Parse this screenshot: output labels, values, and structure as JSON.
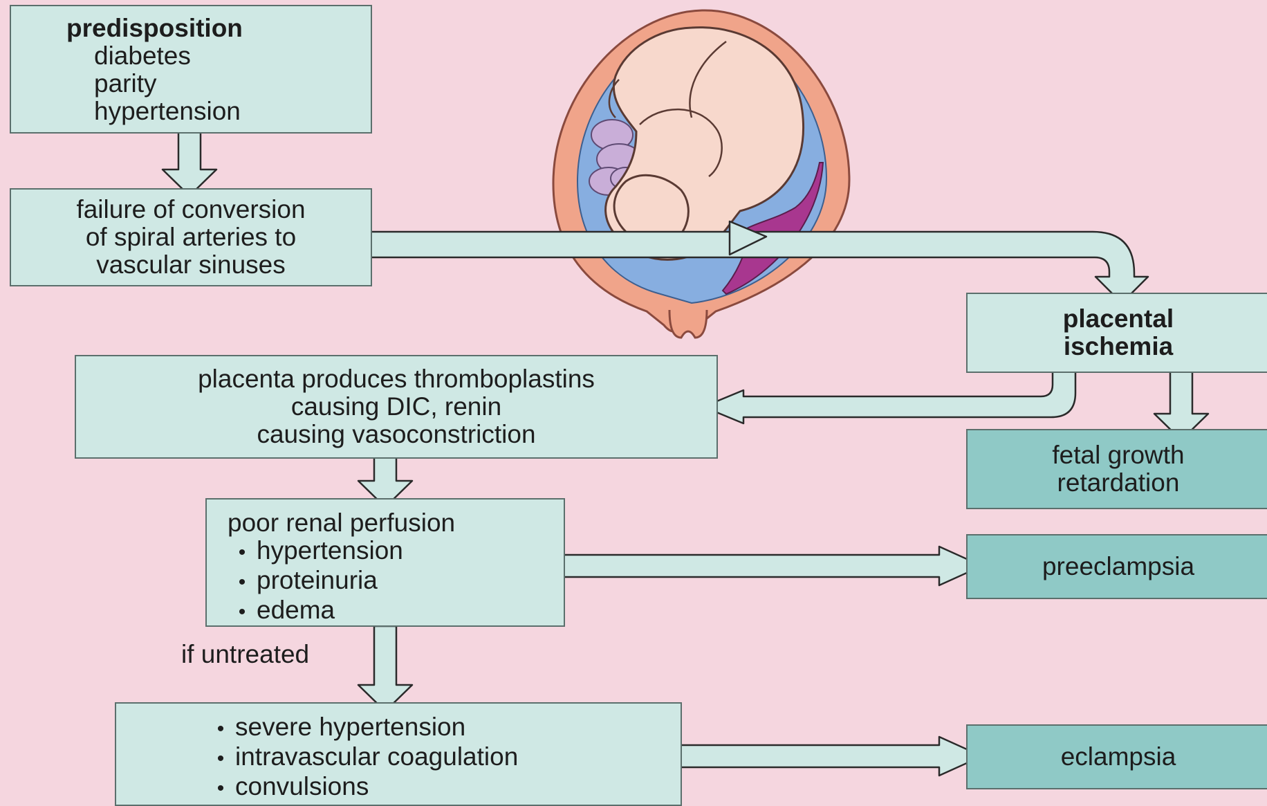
{
  "colors": {
    "background": "#f5d6df",
    "box_fill": "#cfe8e4",
    "box_fill_dark": "#8fc9c6",
    "arrow_fill": "#cfe8e4",
    "uterus_wall": "#f0a48a",
    "amniotic_fluid": "#87aee0",
    "placenta": "#a8378f",
    "fetus_skin": "#f7d8cc",
    "umbilical_cord": "#c9aed8"
  },
  "illustration": "fetus-in-uterus",
  "boxes": {
    "predisposition": {
      "title": "predisposition",
      "items": [
        "diabetes",
        "parity",
        "hypertension"
      ]
    },
    "failure": {
      "lines": [
        "failure of conversion",
        "of spiral arteries to",
        "vascular sinuses"
      ]
    },
    "placental_ischemia": {
      "lines": [
        "placental",
        "ischemia"
      ]
    },
    "placenta_produces": {
      "lines": [
        "placenta produces thromboplastins",
        "causing DIC, renin",
        "causing vasoconstriction"
      ]
    },
    "fetal_growth": {
      "lines": [
        "fetal growth",
        "retardation"
      ]
    },
    "poor_renal": {
      "title": "poor renal perfusion",
      "items": [
        "hypertension",
        "proteinuria",
        "edema"
      ]
    },
    "preeclampsia": {
      "label": "preeclampsia"
    },
    "severe": {
      "items": [
        "severe hypertension",
        "intravascular coagulation",
        "convulsions"
      ]
    },
    "eclampsia": {
      "label": "eclampsia"
    }
  },
  "labels": {
    "if_untreated": "if untreated"
  }
}
